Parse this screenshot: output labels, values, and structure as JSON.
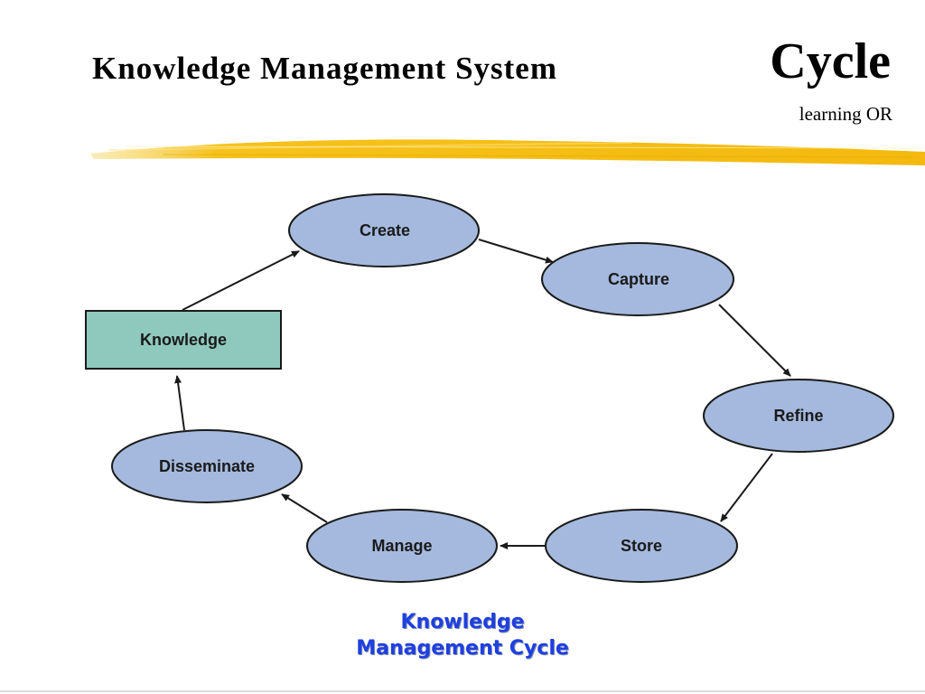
{
  "slide": {
    "title": "Knowledge Management System",
    "title_emphasis": "Cycle",
    "subtitle": "learning OR"
  },
  "diagram": {
    "nodes": {
      "create": "Create",
      "capture": "Capture",
      "refine": "Refine",
      "store": "Store",
      "manage": "Manage",
      "disseminate": "Disseminate",
      "knowledge": "Knowledge"
    },
    "caption_line1": "Knowledge",
    "caption_line2": "Management Cycle"
  },
  "colors": {
    "ellipse_fill": "#a4b9dd",
    "box_fill": "#8fc9bd",
    "caption": "#1f3fe0",
    "highlight": "#f5c21b"
  }
}
